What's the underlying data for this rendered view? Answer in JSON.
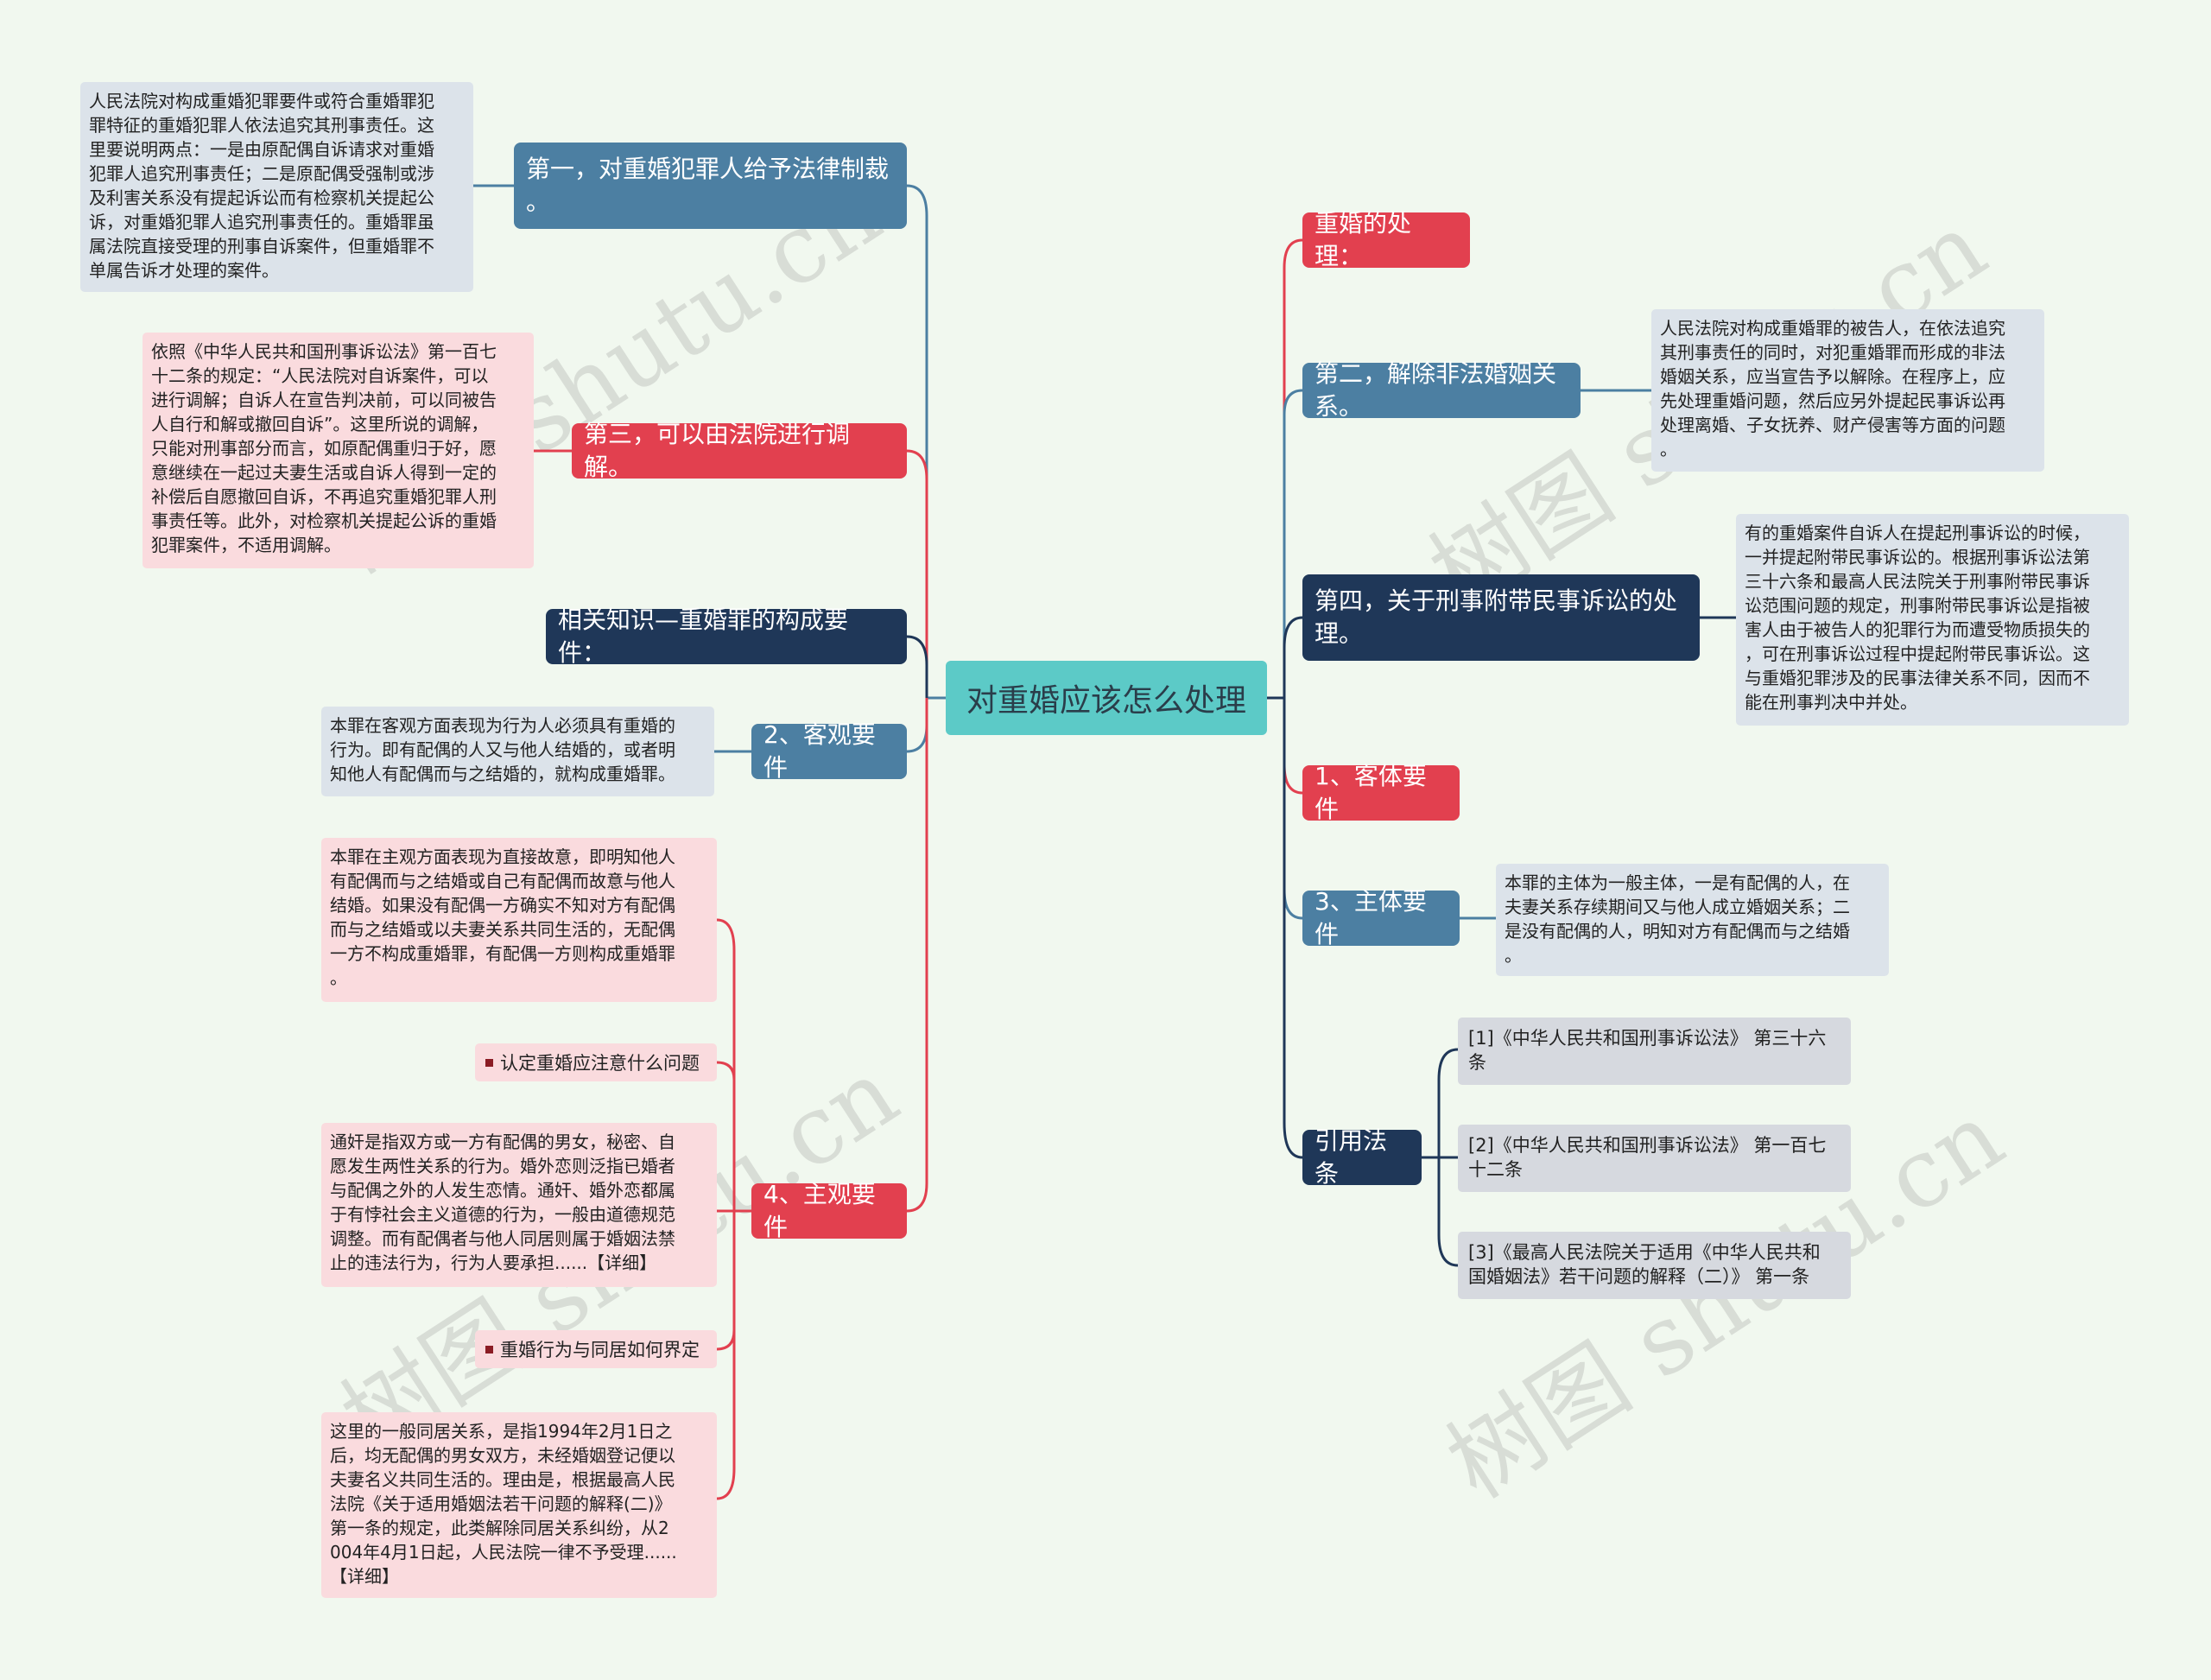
{
  "root": {
    "label": "对重婚应该怎么处理"
  },
  "left": {
    "first": {
      "label": "第一，对重婚犯罪人给予法律制裁\n。",
      "note": "人民法院对构成重婚犯罪要件或符合重婚罪犯\n罪特征的重婚犯罪人依法追究其刑事责任。这\n里要说明两点：一是由原配偶自诉请求对重婚\n犯罪人追究刑事责任；二是原配偶受强制或涉\n及利害关系没有提起诉讼而有检察机关提起公\n诉，对重婚犯罪人追究刑事责任的。重婚罪虽\n属法院直接受理的刑事自诉案件，但重婚罪不\n单属告诉才处理的案件。"
    },
    "third": {
      "label": "第三，可以由法院进行调解。",
      "note": "依照《中华人民共和国刑事诉讼法》第一百七\n十二条的规定：“人民法院对自诉案件，可以\n进行调解；自诉人在宣告判决前，可以同被告\n人自行和解或撤回自诉”。这里所说的调解，\n只能对刑事部分而言，如原配偶重归于好，愿\n意继续在一起过夫妻生活或自诉人得到一定的\n补偿后自愿撤回自诉，不再追究重婚犯罪人刑\n事责任等。此外，对检察机关提起公诉的重婚\n犯罪案件，不适用调解。"
    },
    "related": {
      "label": "相关知识—重婚罪的构成要件："
    },
    "objective": {
      "label": "2、客观要件",
      "note": "本罪在客观方面表现为行为人必须具有重婚的\n行为。即有配偶的人又与他人结婚的，或者明\n知他人有配偶而与之结婚的，就构成重婚罪。"
    },
    "subjective": {
      "label": "4、主观要件",
      "note1": "本罪在主观方面表现为直接故意，即明知他人\n有配偶而与之结婚或自己有配偶而故意与他人\n结婚。如果没有配偶一方确实不知对方有配偶\n而与之结婚或以夫妻关系共同生活的，无配偶\n一方不构成重婚罪，有配偶一方则构成重婚罪\n。",
      "link1": "认定重婚应注意什么问题",
      "note2": "通奸是指双方或一方有配偶的男女，秘密、自\n愿发生两性关系的行为。婚外恋则泛指已婚者\n与配偶之外的人发生恋情。通奸、婚外恋都属\n于有悖社会主义道德的行为，一般由道德规范\n调整。而有配偶者与他人同居则属于婚姻法禁\n止的违法行为，行为人要承担......【详细】",
      "link2": "重婚行为与同居如何界定",
      "note3": "这里的一般同居关系，是指1994年2月1日之\n后，均无配偶的男女双方，未经婚姻登记便以\n夫妻名义共同生活的。理由是，根据最高人民\n法院《关于适用婚姻法若干问题的解释(二)》\n第一条的规定，此类解除同居关系纠纷，从2\n004年4月1日起，人民法院一律不予受理......\n【详细】"
    }
  },
  "right": {
    "handling": {
      "label": "重婚的处理："
    },
    "second": {
      "label": "第二，解除非法婚姻关系。",
      "note": "人民法院对构成重婚罪的被告人，在依法追究\n其刑事责任的同时，对犯重婚罪而形成的非法\n婚姻关系，应当宣告予以解除。在程序上，应\n先处理重婚问题，然后应另外提起民事诉讼再\n处理离婚、子女抚养、财产侵害等方面的问题\n。"
    },
    "fourth": {
      "label": "第四，关于刑事附带民事诉讼的处\n理。",
      "note": "有的重婚案件自诉人在提起刑事诉讼的时候，\n一并提起附带民事诉讼的。根据刑事诉讼法第\n三十六条和最高人民法院关于刑事附带民事诉\n讼范围问题的规定，刑事附带民事诉讼是指被\n害人由于被告人的犯罪行为而遭受物质损失的\n，可在刑事诉讼过程中提起附带民事诉讼。这\n与重婚犯罪涉及的民事法律关系不同，因而不\n能在刑事判决中并处。"
    },
    "object": {
      "label": "1、客体要件"
    },
    "subject": {
      "label": "3、主体要件",
      "note": "本罪的主体为一般主体，一是有配偶的人，在\n夫妻关系存续期间又与他人成立婚姻关系；二\n是没有配偶的人，明知对方有配偶而与之结婚\n。"
    },
    "laws": {
      "label": "引用法条",
      "refs": [
        "[1]《中华人民共和国刑事诉讼法》 第三十六\n条",
        "[2]《中华人民共和国刑事诉讼法》 第一百七\n十二条",
        "[3]《最高人民法院关于适用《中华人民共和\n国婚姻法》若干问题的解释（二）》 第一条"
      ]
    }
  },
  "watermark": "树图 shutu.cn",
  "colors": {
    "background": "#f1f8ef",
    "root": "#5ccac7",
    "steel": "#4c7fa2",
    "red": "#e2404f",
    "navy": "#1f3758",
    "note_grey": "#dce3ea",
    "note_pink": "#fadbde",
    "ref_grey": "#d6d9df"
  }
}
